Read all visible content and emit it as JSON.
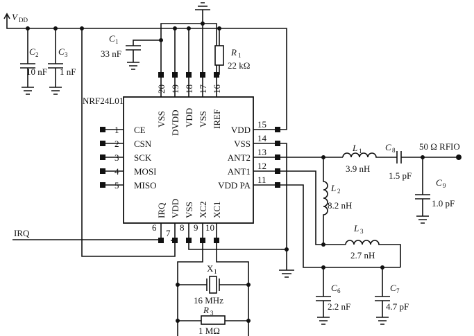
{
  "supply": {
    "label": "V",
    "sub": "DD"
  },
  "chip": {
    "name": "NRF24L01",
    "left_pins": [
      {
        "num": "1",
        "name": "CE"
      },
      {
        "num": "2",
        "name": "CSN"
      },
      {
        "num": "3",
        "name": "SCK"
      },
      {
        "num": "4",
        "name": "MOSI"
      },
      {
        "num": "5",
        "name": "MISO"
      }
    ],
    "right_pins": [
      {
        "num": "15",
        "name": "VDD"
      },
      {
        "num": "14",
        "name": "VSS"
      },
      {
        "num": "13",
        "name": "ANT2"
      },
      {
        "num": "12",
        "name": "ANT1"
      },
      {
        "num": "11",
        "name": "VDD PA"
      }
    ],
    "top_pins": [
      {
        "num": "20",
        "name": "VSS"
      },
      {
        "num": "19",
        "name": "DVDD"
      },
      {
        "num": "18",
        "name": "VDD"
      },
      {
        "num": "17",
        "name": "VSS"
      },
      {
        "num": "16",
        "name": "IREF"
      }
    ],
    "bottom_pins": [
      {
        "num": "6",
        "name": "IRQ"
      },
      {
        "num": "7",
        "name": "VDD"
      },
      {
        "num": "8",
        "name": "VSS"
      },
      {
        "num": "9",
        "name": "XC2"
      },
      {
        "num": "10",
        "name": "XC1"
      }
    ]
  },
  "components": {
    "c1": {
      "ref": "C",
      "sub": "1",
      "value": "33 nF"
    },
    "c2": {
      "ref": "C",
      "sub": "2",
      "value": "10 nF"
    },
    "c3": {
      "ref": "C",
      "sub": "3",
      "value": "1 nF"
    },
    "r1": {
      "ref": "R",
      "sub": "1",
      "value": "22 kΩ"
    },
    "l1": {
      "ref": "L",
      "sub": "1",
      "value": "3.9 nH"
    },
    "l2": {
      "ref": "L",
      "sub": "2",
      "value": "8.2 nH"
    },
    "l3": {
      "ref": "L",
      "sub": "3",
      "value": "2.7 nH"
    },
    "c6": {
      "ref": "C",
      "sub": "6",
      "value": "2.2 nF"
    },
    "c7": {
      "ref": "C",
      "sub": "7",
      "value": "4.7 pF"
    },
    "c8": {
      "ref": "C",
      "sub": "8",
      "value": "1.5 pF"
    },
    "c9": {
      "ref": "C",
      "sub": "9",
      "value": "1.0 pF"
    },
    "x1": {
      "ref": "X",
      "sub": "1",
      "value": "16 MHz"
    },
    "r3": {
      "ref": "R",
      "sub": "3",
      "value": "1 MΩ"
    }
  },
  "nets": {
    "irq": "IRQ",
    "rfio": "50 Ω RFIO"
  }
}
